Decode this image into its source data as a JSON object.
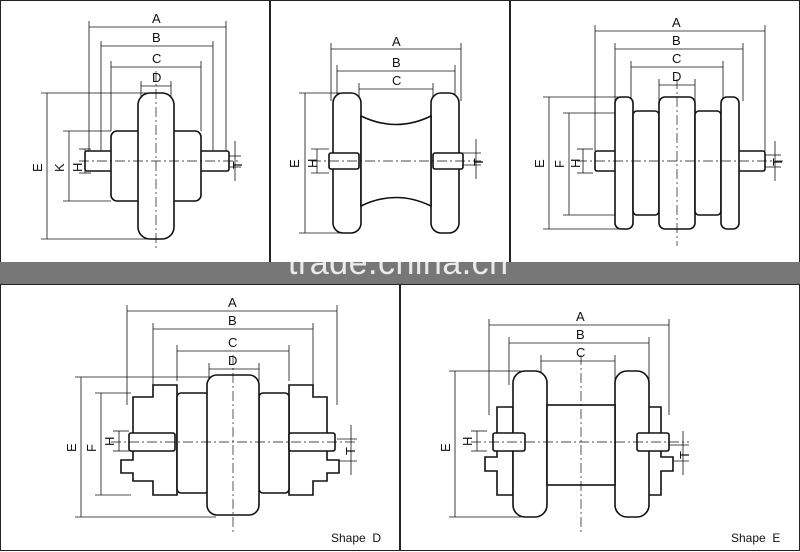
{
  "diagrams": [
    {
      "id": "shape-a",
      "labels": {
        "A": "A",
        "B": "B",
        "C": "C",
        "D": "D",
        "E": "E",
        "K": "K",
        "H": "H",
        "T": "T"
      }
    },
    {
      "id": "shape-b",
      "labels": {
        "A": "A",
        "B": "B",
        "C": "C",
        "E": "E",
        "H": "H",
        "T": "T"
      }
    },
    {
      "id": "shape-c",
      "labels": {
        "A": "A",
        "B": "B",
        "C": "C",
        "D": "D",
        "E": "E",
        "F": "F",
        "H": "H",
        "T": "T"
      }
    },
    {
      "id": "shape-d",
      "caption": "Shape  D",
      "labels": {
        "A": "A",
        "B": "B",
        "C": "C",
        "D": "D",
        "E": "E",
        "F": "F",
        "H": "H",
        "T": "T"
      }
    },
    {
      "id": "shape-e",
      "caption": "Shape  E",
      "labels": {
        "A": "A",
        "B": "B",
        "C": "C",
        "E": "E",
        "H": "H",
        "T": "T"
      }
    }
  ],
  "watermark": "trade.china.cn"
}
